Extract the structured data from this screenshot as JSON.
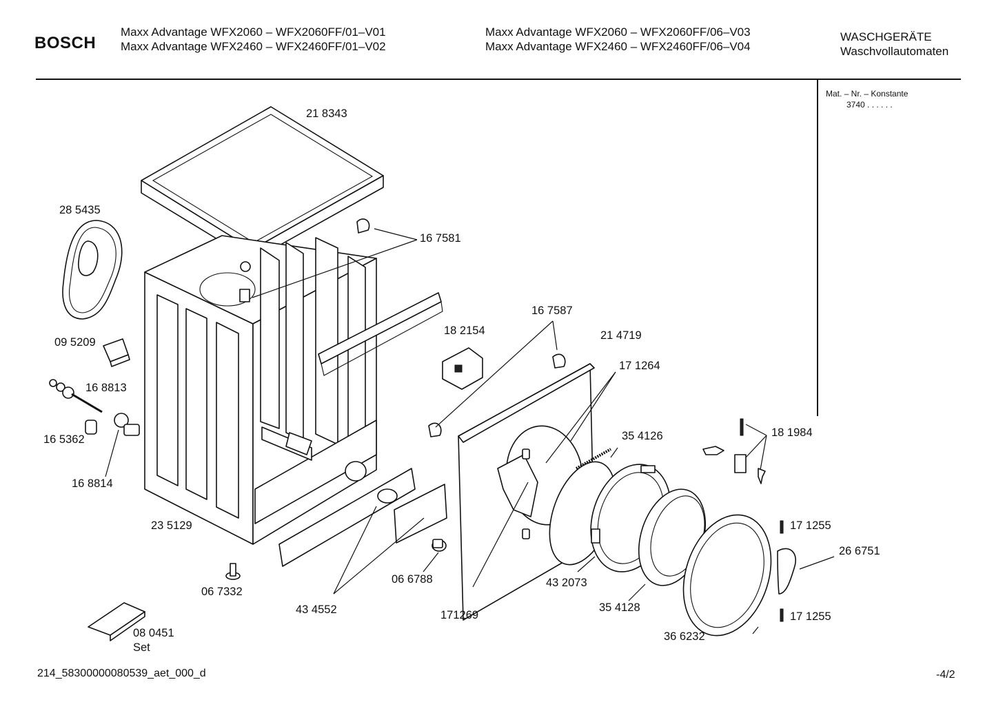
{
  "header": {
    "brand": "BOSCH",
    "models_left": [
      "Maxx Advantage WFX2060 – WFX2060FF/01–V01",
      "Maxx Advantage WFX2460 – WFX2460FF/01–V02"
    ],
    "models_right": [
      "Maxx Advantage WFX2060 – WFX2060FF/06–V03",
      "Maxx Advantage WFX2460 – WFX2460FF/06–V04"
    ],
    "category": [
      "WASCHGERÄTE",
      "Waschvollautomaten"
    ]
  },
  "side_panel": {
    "label": "Mat. – Nr. – Konstante",
    "value": "3740 .  .    .  .  .  ."
  },
  "parts": {
    "p218343": "21 8343",
    "p285435": "28 5435",
    "p167581": "16 7581",
    "p095209": "09 5209",
    "p168813": "16 8813",
    "p165362": "16 5362",
    "p168814": "16 8814",
    "p235129": "23 5129",
    "p067332": "06 7332",
    "p080451": "08 0451",
    "p080451_note": "Set",
    "p434552": "43 4552",
    "p066788": "06 6788",
    "p182154": "18 2154",
    "p167587": "16 7587",
    "p214719": "21 4719",
    "p171264": "17 1264",
    "p354126": "35 4126",
    "p181984": "18 1984",
    "p171255a": "17 1255",
    "p266751": "26 6751",
    "p171255b": "17 1255",
    "p171269": "171269",
    "p432073": "43 2073",
    "p354128": "35 4128",
    "p366232": "36 6232"
  },
  "footer": {
    "doc_id": "214_58300000080539_aet_000_d",
    "page": "-4/2"
  }
}
